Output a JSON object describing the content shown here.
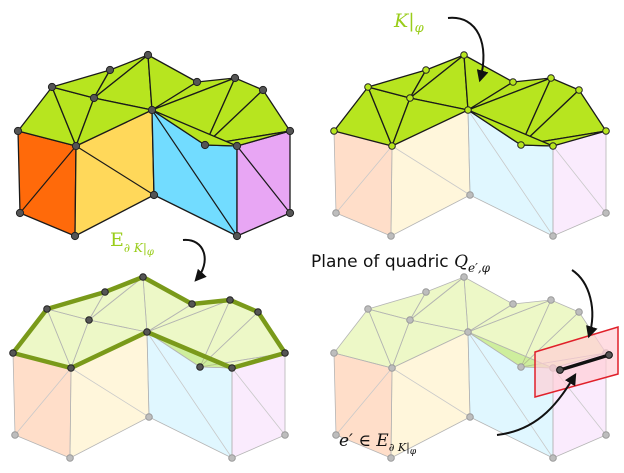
{
  "colors": {
    "top": "#b7e51f",
    "top_light": "#eaf6c4",
    "orange": "#ff6a0a",
    "yellow": "#ffd85a",
    "cyan": "#72dcff",
    "violet": "#e8a6f4",
    "boundary": "#7a9a1a",
    "label_green": "#9acd1a",
    "plane_fill": "#ffcfd6",
    "plane_stroke": "#e0202a",
    "vertex": "#555555"
  },
  "labels": {
    "k_phi": {
      "main": "K",
      "sub": "|",
      "sub2": "φ"
    },
    "boundary_edges": {
      "main": "E",
      "sub": "∂ K|",
      "sub2": "φ"
    },
    "plane": {
      "text": "Plane of quadric ",
      "q": "Q",
      "sub": "e′,φ"
    },
    "edge_member": {
      "main": "e′ ∈ E",
      "sub": "∂ K|",
      "sub2": "φ"
    }
  },
  "icons": [
    "curved-arrow-icon"
  ]
}
